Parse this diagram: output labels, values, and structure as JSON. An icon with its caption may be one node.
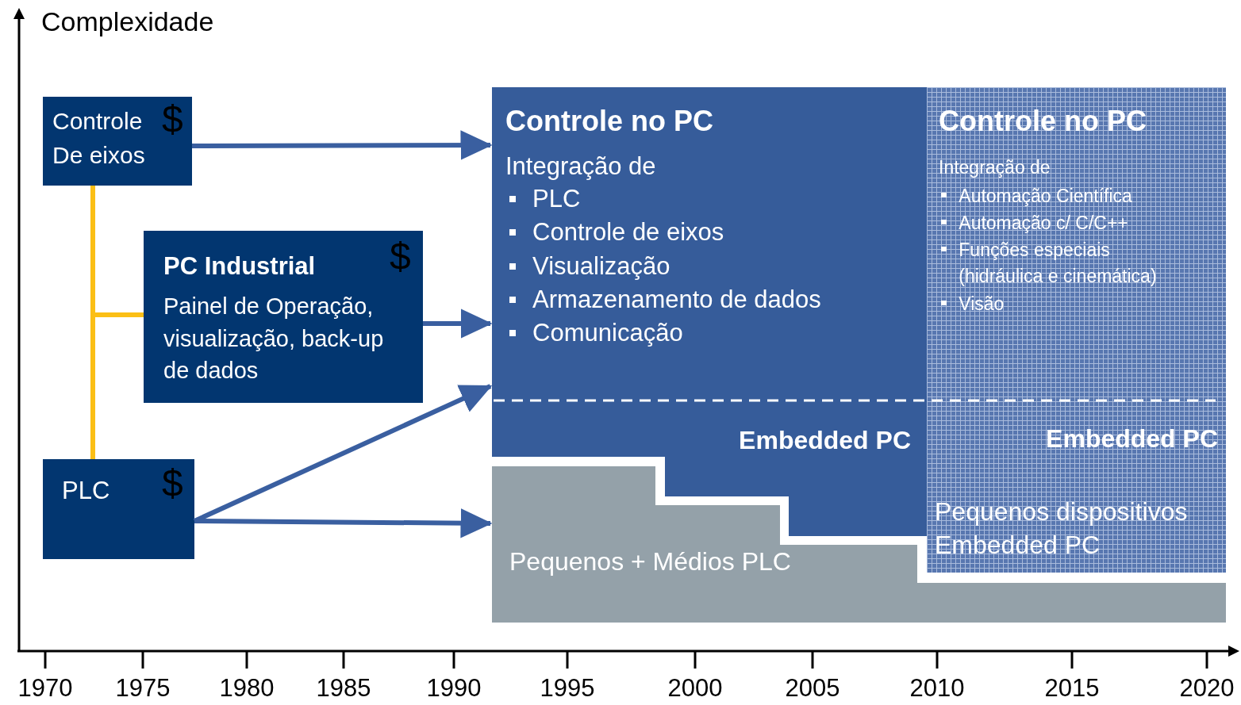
{
  "diagram": {
    "nodes": [
      {
        "text": [
          "Controle De eixos",
          "$"
        ]
      },
      {
        "text": [
          "PC Industrial",
          "$",
          "Painel de Operação, visualização, back-up de dados"
        ]
      },
      {
        "text": [
          "PLC",
          "$"
        ]
      },
      {
        "text": [
          "Controle no PC",
          "Integração de",
          "PLC",
          "Controle de eixos",
          "Visualização",
          "Armazenamento de dados",
          "Comunicação",
          "Embedded PC"
        ]
      },
      {
        "text": [
          "Pequenos + Médios PLC"
        ]
      },
      {
        "text": [
          "Controle no PC",
          "Integração de",
          "Automação Científica",
          "Automação c/ C/C++",
          "Funções especiais (hidráulica e cinemática)",
          "Visão",
          "Embedded PC",
          "Pequenos dispositivos Embedded PC"
        ]
      }
    ],
    "edges": [
      {
        "from": 0,
        "to": 3,
        "arrow": "to"
      },
      {
        "from": 1,
        "to": 3,
        "arrow": "to"
      },
      {
        "from": 2,
        "to": 3,
        "arrow": "to"
      },
      {
        "from": 2,
        "to": 4,
        "arrow": "to"
      },
      {
        "from": 0,
        "to": 2,
        "arrow": "none",
        "color": "#fbbf16"
      },
      {
        "from": 1,
        "to": 0,
        "arrow": "none",
        "color": "#fbbf16"
      },
      {
        "from": 1,
        "to": 2,
        "arrow": "none",
        "color": "#fbbf16"
      }
    ],
    "labels": [
      "Complexidade",
      "1970",
      "1975",
      "1980",
      "1985",
      "1990",
      "1995",
      "2000",
      "2005",
      "2010",
      "2015",
      "2020"
    ]
  }
}
